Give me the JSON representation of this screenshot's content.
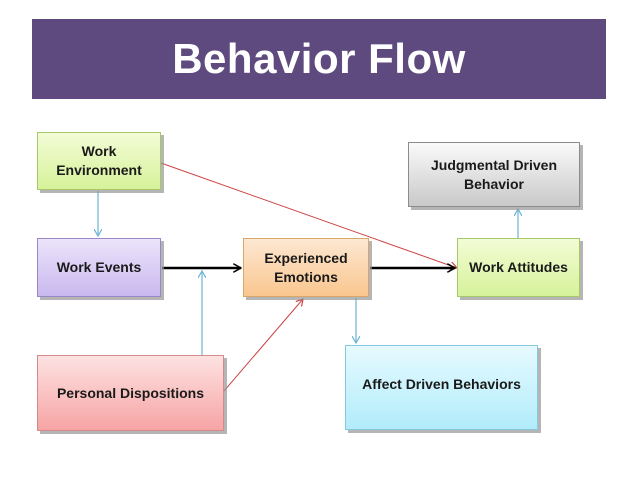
{
  "title": "Behavior Flow",
  "nodes": {
    "work_environment": "Work\nEnvironment",
    "work_events": "Work Events",
    "experienced_emotions": "Experienced\nEmotions",
    "work_attitudes": "Work Attitudes",
    "judgmental_driven_behavior": "Judgmental Driven\nBehavior",
    "personal_dispositions": "Personal Dispositions",
    "affect_driven_behaviors": "Affect Driven Behaviors"
  },
  "colors": {
    "banner": "#5e4a7e",
    "thin_blue_arrow": "#6cb4d4",
    "thin_red_arrow": "#cc4444",
    "main_flow_arrow": "#000000"
  }
}
